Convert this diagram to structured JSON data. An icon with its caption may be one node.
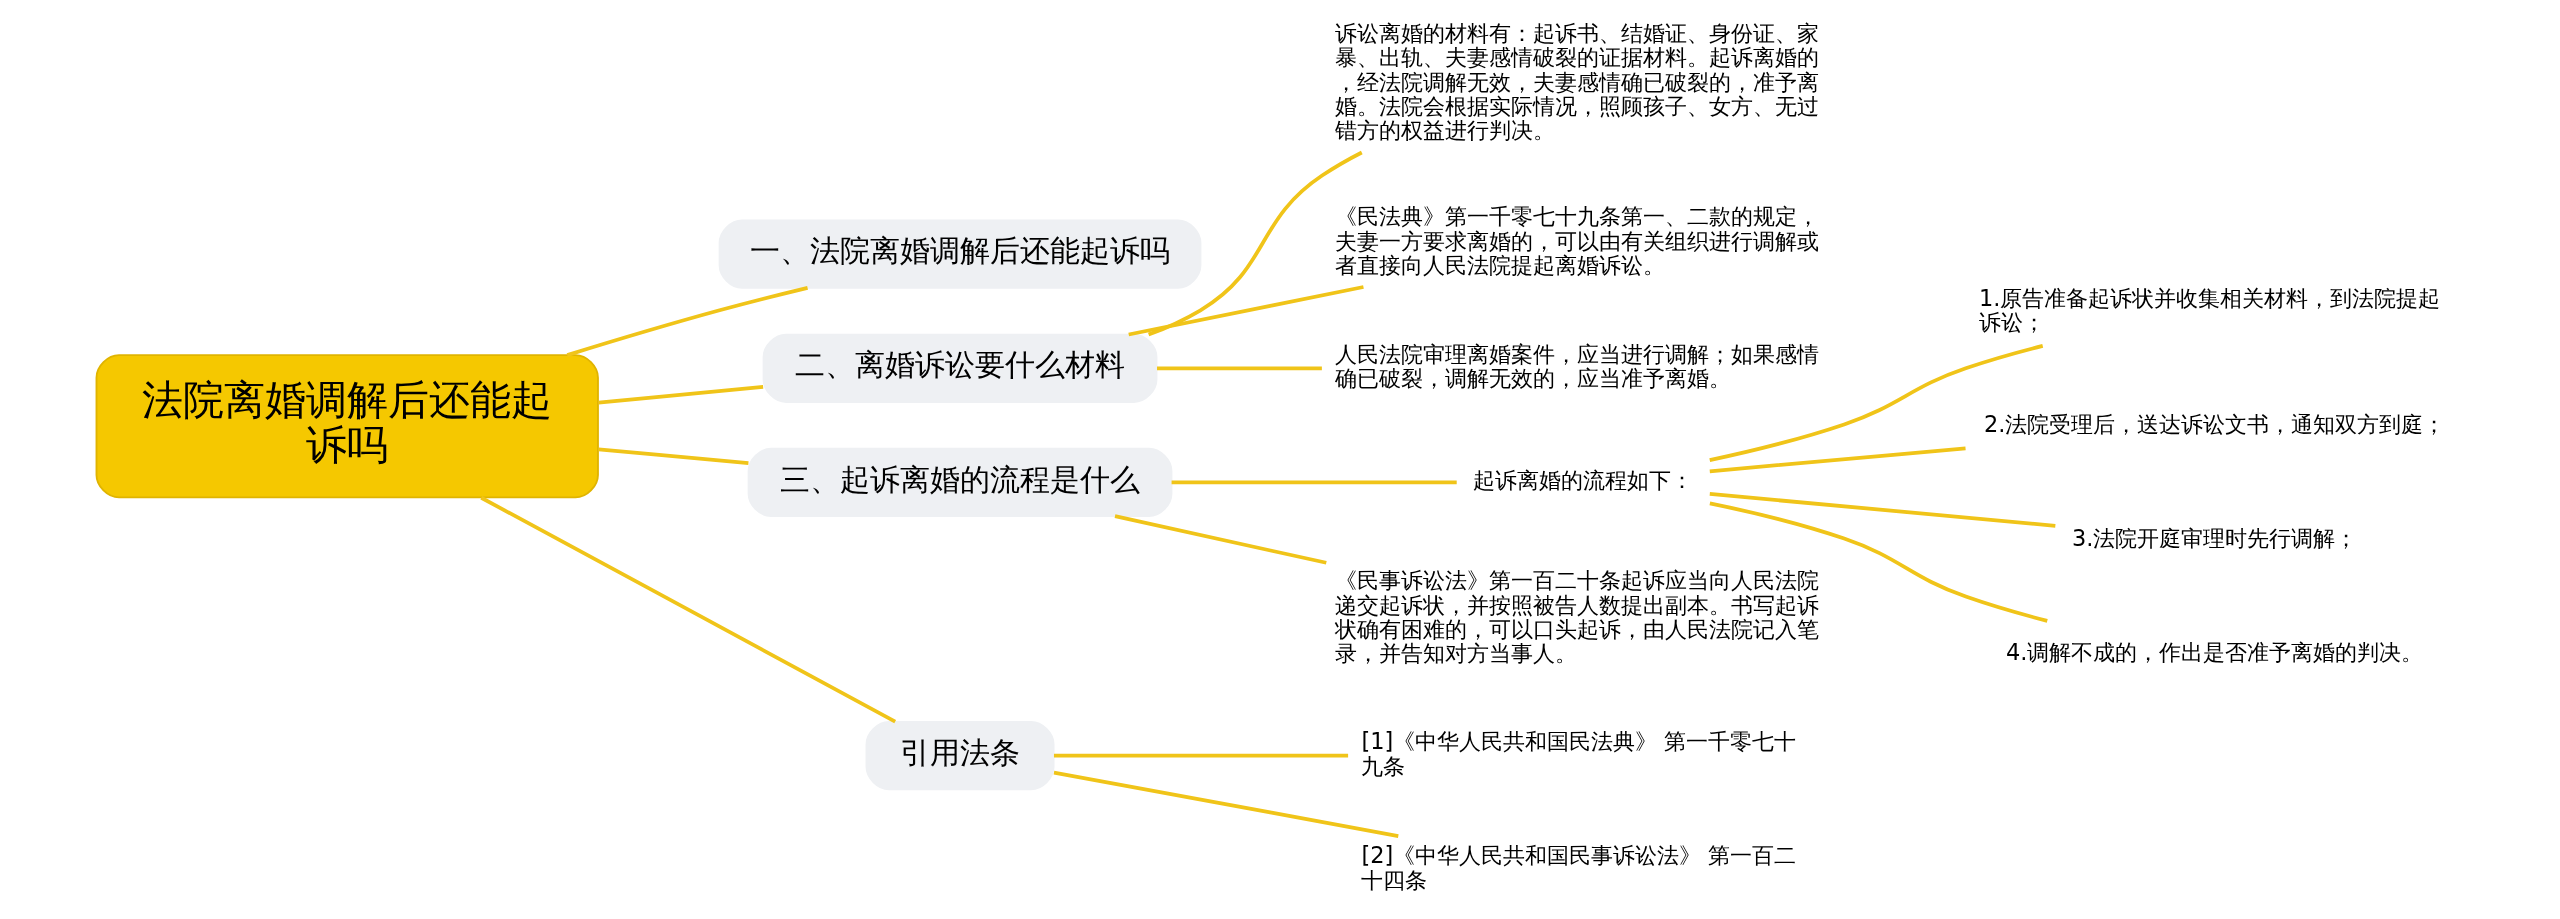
{
  "diagram": {
    "nodes": [
      {
        "text": [
          "法院离婚调解后还能起诉吗"
        ]
      },
      {
        "text": [
          "一、法院离婚调解后还能起诉吗"
        ]
      },
      {
        "text": [
          "二、离婚诉讼要什么材料"
        ]
      },
      {
        "text": [
          "诉讼离婚的材料有：起诉书、结婚证、身份证、家暴、出轨、夫妻感情破裂的证据材料。起诉离婚的，经法院调解无效，夫妻感情确已破裂的，准予离婚。法院会根据实际情况，照顾孩子、女方、无过错方的权益进行判决。"
        ]
      },
      {
        "text": [
          "《民法典》第一千零七十九条第一、二款的规定，夫妻一方要求离婚的，可以由有关组织进行调解或者直接向人民法院提起离婚诉讼。"
        ]
      },
      {
        "text": [
          "人民法院审理离婚案件，应当进行调解；如果感情确已破裂，调解无效的，应当准予离婚。"
        ]
      },
      {
        "text": [
          "三、起诉离婚的流程是什么"
        ]
      },
      {
        "text": [
          "起诉离婚的流程如下："
        ]
      },
      {
        "text": [
          "1.原告准备起诉状并收集相关材料，到法院提起诉讼；"
        ]
      },
      {
        "text": [
          "2.法院受理后，送达诉讼文书，通知双方到庭；"
        ]
      },
      {
        "text": [
          "3.法院开庭审理时先行调解；"
        ]
      },
      {
        "text": [
          "4.调解不成的，作出是否准予离婚的判决。"
        ]
      },
      {
        "text": [
          "《民事诉讼法》第一百二十条起诉应当向人民法院递交起诉状，并按照被告人数提出副本。书写起诉状确有困难的，可以口头起诉，由人民法院记入笔录，并告知对方当事人。"
        ]
      },
      {
        "text": [
          "引用法条"
        ]
      },
      {
        "text": [
          "[1]《中华人民共和国民法典》 第一千零七十九条"
        ]
      },
      {
        "text": [
          "[2]《中华人民共和国民事诉讼法》 第一百二十四条"
        ]
      }
    ],
    "edges": [
      {
        "from": 0,
        "to": 1,
        "arrow": "none"
      },
      {
        "from": 0,
        "to": 2,
        "arrow": "none"
      },
      {
        "from": 2,
        "to": 3,
        "arrow": "none"
      },
      {
        "from": 2,
        "to": 4,
        "arrow": "none"
      },
      {
        "from": 2,
        "to": 5,
        "arrow": "none"
      },
      {
        "from": 0,
        "to": 6,
        "arrow": "none"
      },
      {
        "from": 6,
        "to": 7,
        "arrow": "none"
      },
      {
        "from": 7,
        "to": 8,
        "arrow": "none"
      },
      {
        "from": 7,
        "to": 9,
        "arrow": "none"
      },
      {
        "from": 7,
        "to": 10,
        "arrow": "none"
      },
      {
        "from": 7,
        "to": 11,
        "arrow": "none"
      },
      {
        "from": 6,
        "to": 12,
        "arrow": "none"
      },
      {
        "from": 0,
        "to": 13,
        "arrow": "none"
      },
      {
        "from": 13,
        "to": 14,
        "arrow": "none"
      },
      {
        "from": 13,
        "to": 15,
        "arrow": "none"
      }
    ]
  }
}
